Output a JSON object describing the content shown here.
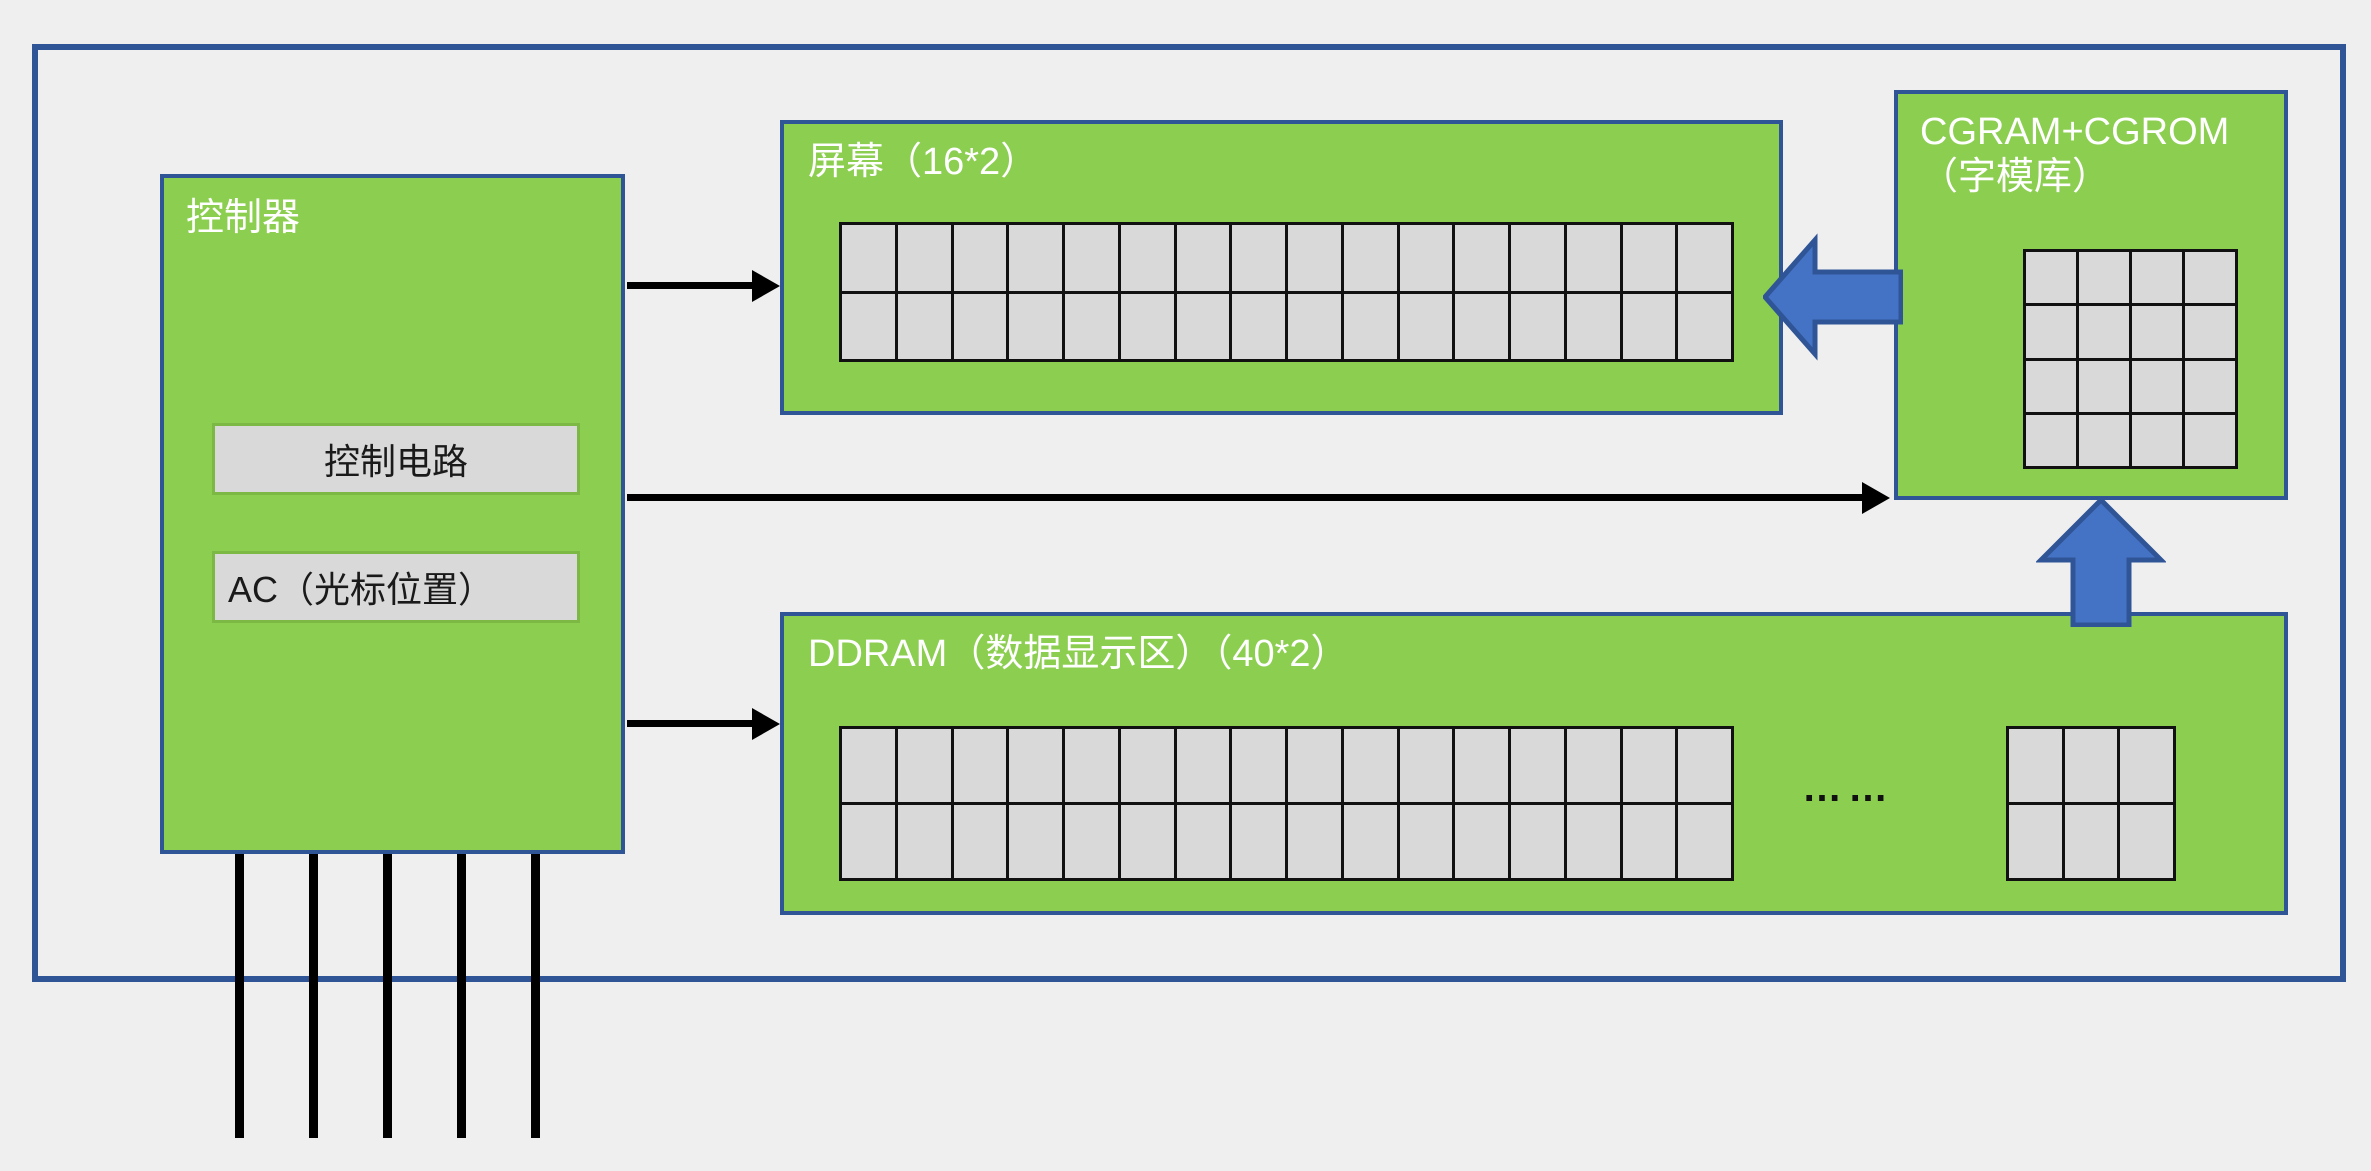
{
  "diagram": {
    "title_visible": false,
    "background_color": "#efefef",
    "frame_color": "#2f5597",
    "module_fill": "#8cce50",
    "cell_fill": "#d9d9d9",
    "blue_arrow_fill": "#4472c4",
    "blue_arrow_stroke": "#2f5597",
    "connector_color": "#000000"
  },
  "modules": {
    "controller": {
      "title": "控制器",
      "inner": [
        {
          "label": "控制电路",
          "name": "control-circuit"
        },
        {
          "label": "AC（光标位置）",
          "name": "address-counter"
        }
      ]
    },
    "screen": {
      "title": "屏幕（16*2）",
      "grid": {
        "cols": 16,
        "rows": 2
      }
    },
    "ddram": {
      "title": "DDRAM（数据显示区）（40*2）",
      "grid": {
        "cols": 16,
        "rows": 2
      },
      "ellipsis": "……",
      "tail_grid": {
        "cols": 3,
        "rows": 2
      }
    },
    "cgram": {
      "title": "CGRAM+CGROM\n（字模库）",
      "grid": {
        "cols": 4,
        "rows": 4
      }
    }
  },
  "connectors": [
    {
      "name": "controller-to-screen",
      "style": "thin-arrow",
      "direction": "right"
    },
    {
      "name": "controller-to-cgram",
      "style": "thin-arrow",
      "direction": "right"
    },
    {
      "name": "controller-to-ddram",
      "style": "thin-arrow",
      "direction": "right"
    },
    {
      "name": "cgram-to-screen",
      "style": "block-arrow",
      "direction": "left"
    },
    {
      "name": "ddram-to-cgram",
      "style": "block-arrow",
      "direction": "up"
    }
  ],
  "pins": {
    "count": 5,
    "name": "controller-pin-wire"
  }
}
